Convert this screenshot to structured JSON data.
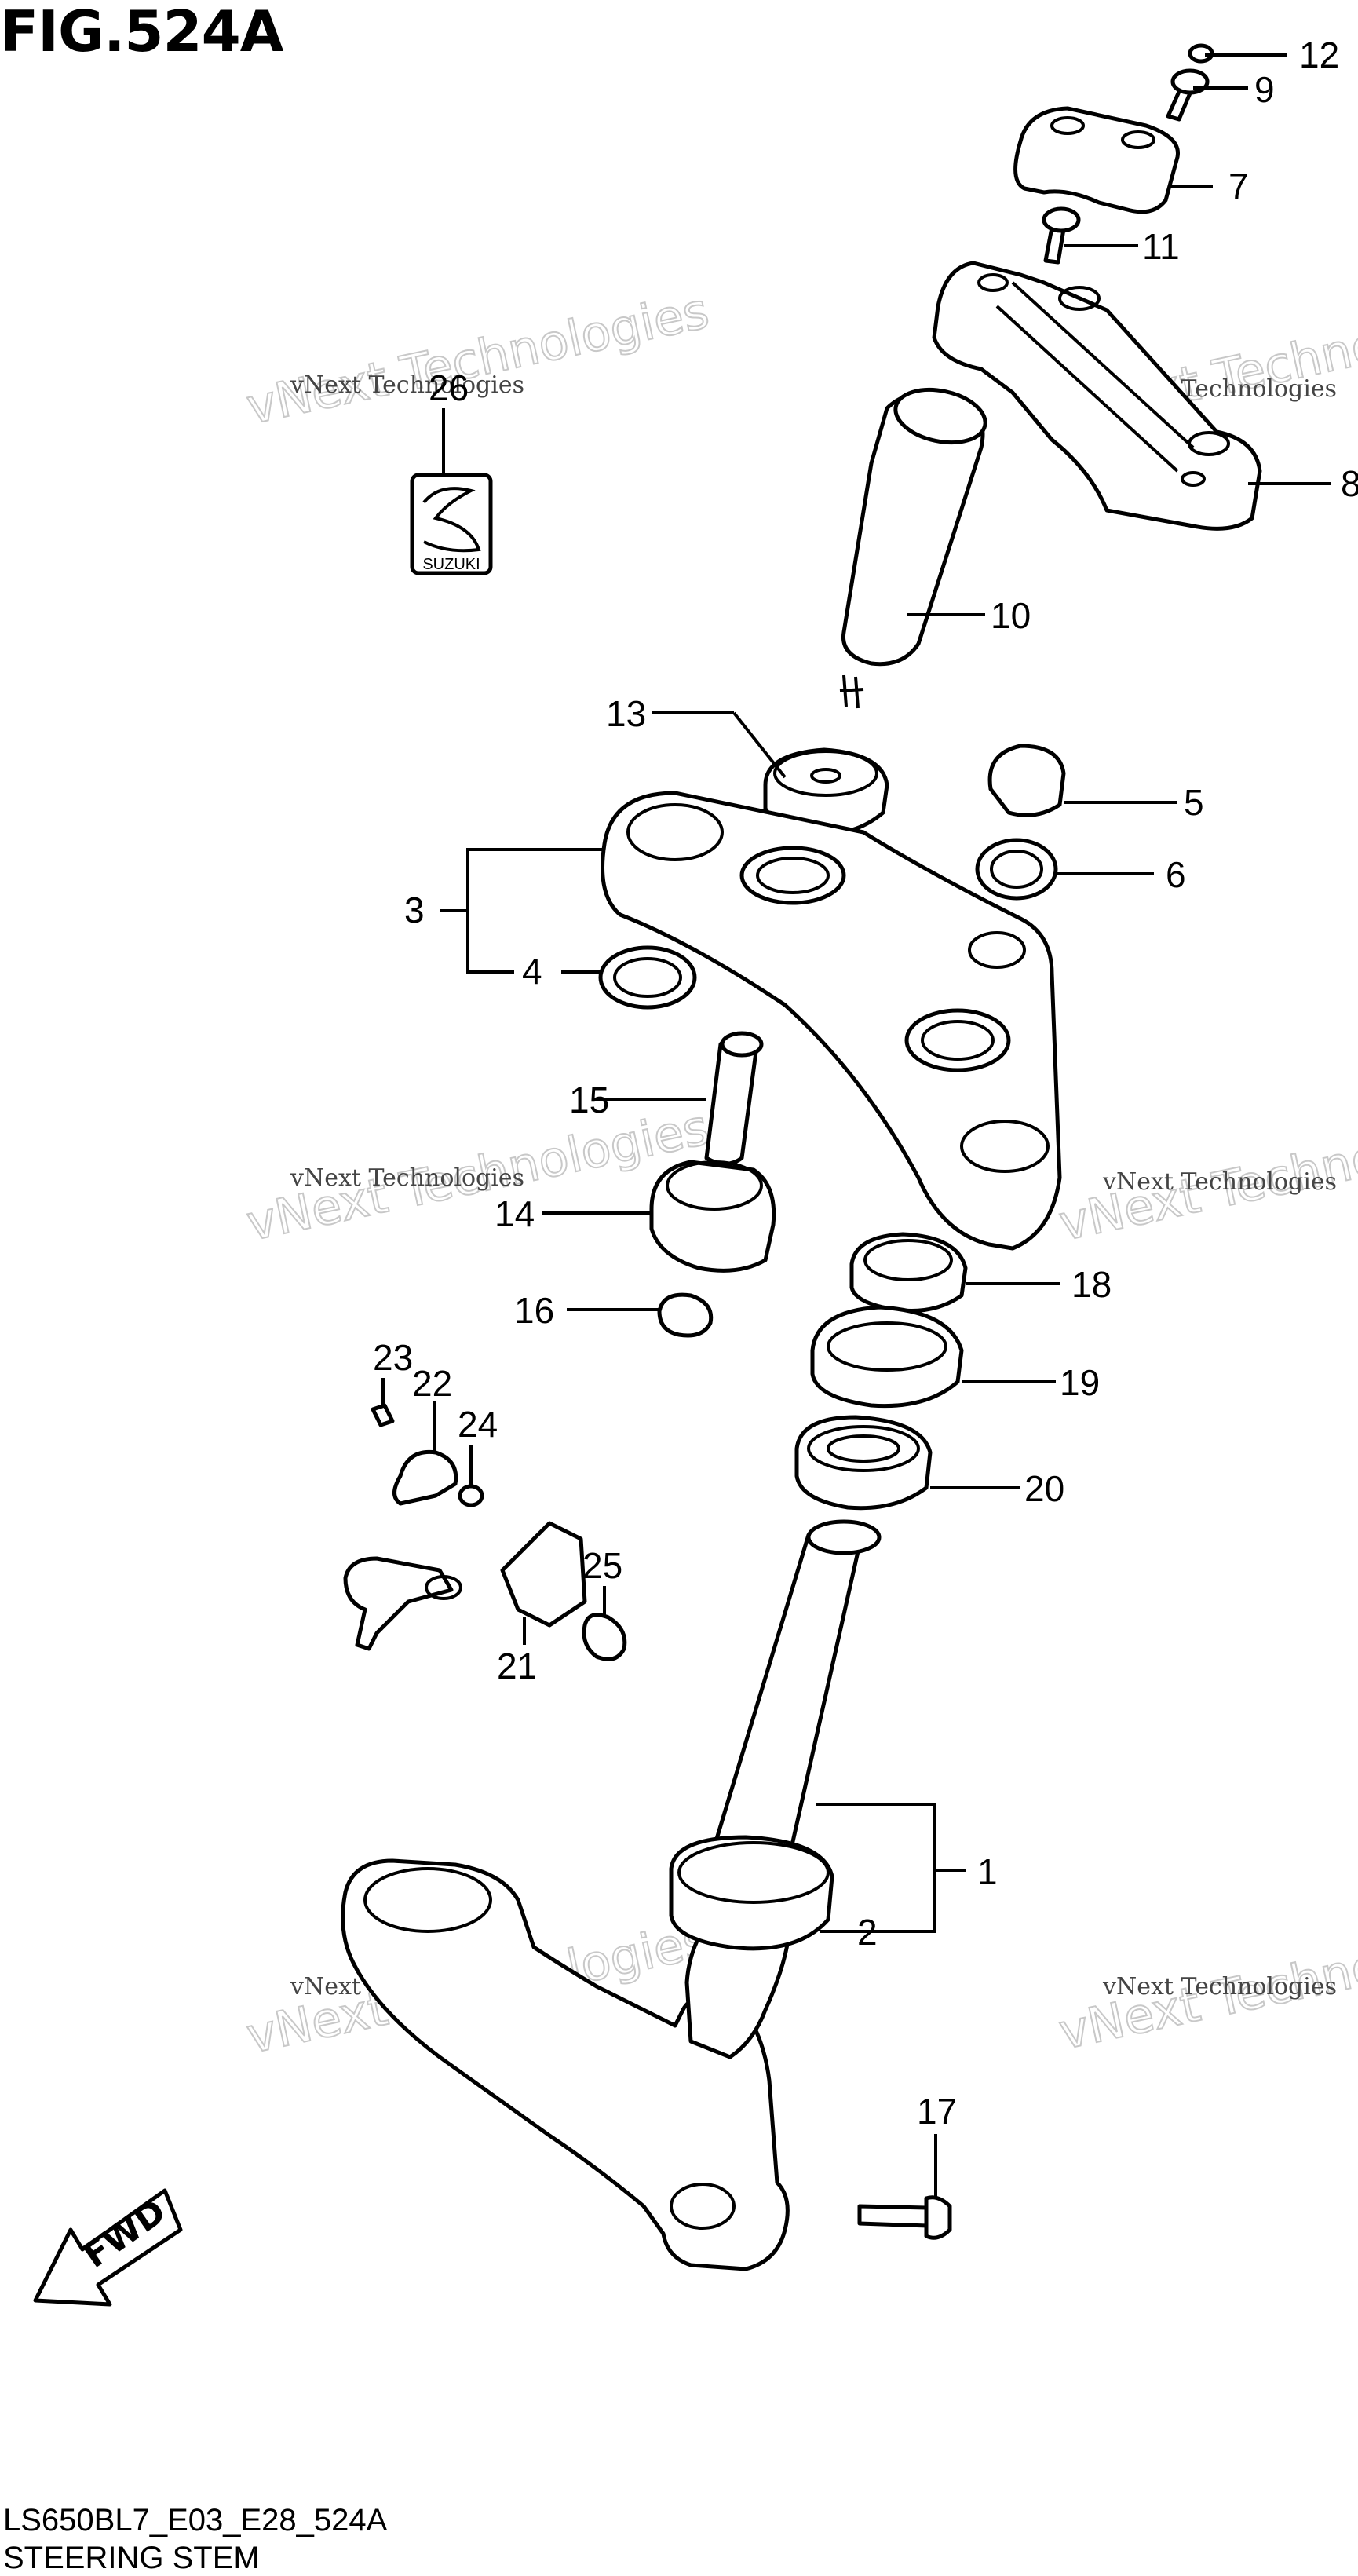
{
  "figure": {
    "title": "FIG.524A",
    "code": "LS650BL7_E03_E28_524A",
    "name": "STEERING STEM"
  },
  "callouts": [
    {
      "id": "c1",
      "text": "1"
    },
    {
      "id": "c2",
      "text": "2"
    },
    {
      "id": "c3",
      "text": "3"
    },
    {
      "id": "c4",
      "text": "4"
    },
    {
      "id": "c5",
      "text": "5"
    },
    {
      "id": "c6",
      "text": "6"
    },
    {
      "id": "c7",
      "text": "7"
    },
    {
      "id": "c8",
      "text": "8"
    },
    {
      "id": "c9",
      "text": "9"
    },
    {
      "id": "c10",
      "text": "10"
    },
    {
      "id": "c11",
      "text": "11"
    },
    {
      "id": "c12",
      "text": "12"
    },
    {
      "id": "c13",
      "text": "13"
    },
    {
      "id": "c14",
      "text": "14"
    },
    {
      "id": "c15",
      "text": "15"
    },
    {
      "id": "c16",
      "text": "16"
    },
    {
      "id": "c17",
      "text": "17"
    },
    {
      "id": "c18",
      "text": "18"
    },
    {
      "id": "c19",
      "text": "19"
    },
    {
      "id": "c20",
      "text": "20"
    },
    {
      "id": "c21",
      "text": "21"
    },
    {
      "id": "c22",
      "text": "22"
    },
    {
      "id": "c23",
      "text": "23"
    },
    {
      "id": "c24",
      "text": "24"
    },
    {
      "id": "c25",
      "text": "25"
    },
    {
      "id": "c26",
      "text": "26"
    }
  ],
  "emblem": {
    "text": "SUZUKI"
  },
  "fwd_arrow": {
    "text": "FWD"
  },
  "watermark": {
    "line1": "vNext Technologies",
    "line2": "vNext Technologies"
  }
}
